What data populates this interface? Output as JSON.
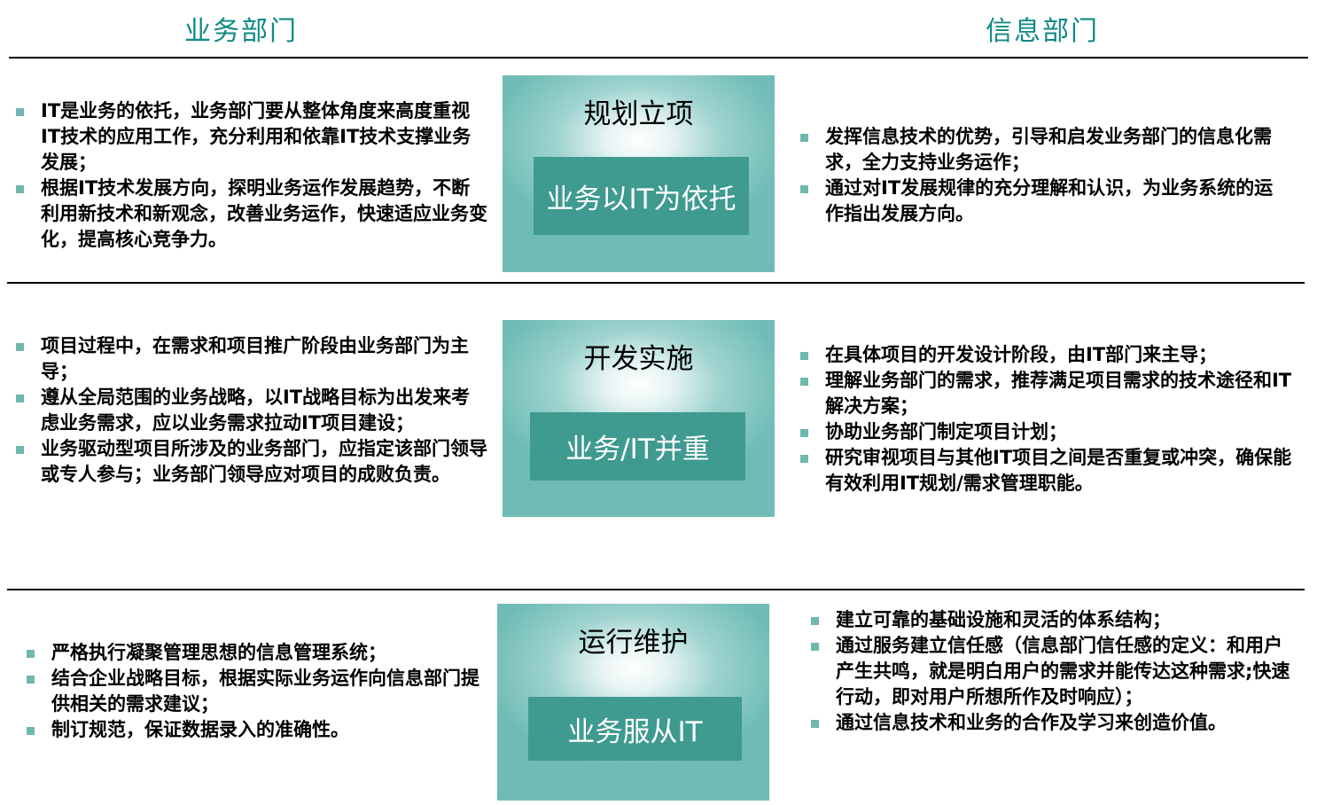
{
  "headers": {
    "left": "业务部门",
    "right": "信息部门"
  },
  "stages": [
    {
      "title": "规划立项",
      "label": "业务以IT为依托",
      "left_items": [
        "IT是业务的依托，业务部门要从整体角度来高度重视IT技术的应用工作，充分利用和依靠IT技术支撑业务发展；",
        "根据IT技术发展方向，探明业务运作发展趋势，不断利用新技术和新观念，改善业务运作，快速适应业务变化，提高核心竞争力。"
      ],
      "right_items": [
        "发挥信息技术的优势，引导和启发业务部门的信息化需求，全力支持业务运作；",
        "通过对IT发展规律的充分理解和认识，为业务系统的运作指出发展方向。"
      ]
    },
    {
      "title": "开发实施",
      "label": "业务/IT并重",
      "left_items": [
        "项目过程中，在需求和项目推广阶段由业务部门为主导；",
        "遵从全局范围的业务战略，以IT战略目标为出发来考虑业务需求，应以业务需求拉动IT项目建设；",
        "业务驱动型项目所涉及的业务部门，应指定该部门领导或专人参与；业务部门领导应对项目的成败负责。"
      ],
      "right_items": [
        "在具体项目的开发设计阶段，由IT部门来主导；",
        "理解业务部门的需求，推荐满足项目需求的技术途径和IT解决方案；",
        "协助业务部门制定项目计划；",
        "研究审视项目与其他IT项目之间是否重复或冲突，确保能有效利用IT规划/需求管理职能。"
      ]
    },
    {
      "title": "运行维护",
      "label": "业务服从IT",
      "left_items": [
        "严格执行凝聚管理思想的信息管理系统；",
        "结合企业战略目标，根据实际业务运作向信息部门提供相关的需求建议；",
        "制订规范，保证数据录入的准确性。"
      ],
      "right_items": [
        "建立可靠的基础设施和灵活的体系结构；",
        "通过服务建立信任感（信息部门信任感的定义：和用户产生共鸣，就是明白用户的需求并能传达这种需求;快速行动，即对用户所想所作及时响应）；",
        "通过信息技术和业务的合作及学习来创造价值。"
      ]
    }
  ]
}
